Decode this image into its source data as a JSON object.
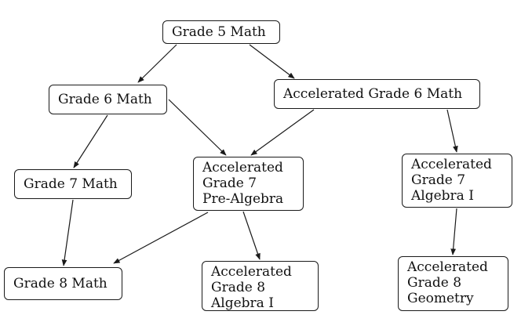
{
  "nodes": {
    "g5": {
      "lines": [
        "Grade 5 Math"
      ]
    },
    "g6": {
      "lines": [
        "Grade 6 Math"
      ]
    },
    "ag6": {
      "lines": [
        "Accelerated Grade 6 Math"
      ]
    },
    "g7": {
      "lines": [
        "Grade 7 Math"
      ]
    },
    "ag7p": {
      "lines": [
        "Accelerated",
        "Grade 7",
        "Pre-Algebra"
      ]
    },
    "ag7a": {
      "lines": [
        "Accelerated",
        "Grade 7",
        "Algebra I"
      ]
    },
    "g8": {
      "lines": [
        "Grade 8 Math"
      ]
    },
    "ag8a": {
      "lines": [
        "Accelerated",
        "Grade 8",
        "Algebra I"
      ]
    },
    "ag8g": {
      "lines": [
        "Accelerated",
        "Grade 8",
        "Geometry"
      ]
    }
  },
  "edges": [
    {
      "from": "g5",
      "to": "g6"
    },
    {
      "from": "g5",
      "to": "ag6"
    },
    {
      "from": "g6",
      "to": "g7"
    },
    {
      "from": "g6",
      "to": "ag7p"
    },
    {
      "from": "ag6",
      "to": "ag7p"
    },
    {
      "from": "ag6",
      "to": "ag7a"
    },
    {
      "from": "g7",
      "to": "g8"
    },
    {
      "from": "ag7p",
      "to": "g8"
    },
    {
      "from": "ag7p",
      "to": "ag8a"
    },
    {
      "from": "ag7a",
      "to": "ag8g"
    }
  ]
}
